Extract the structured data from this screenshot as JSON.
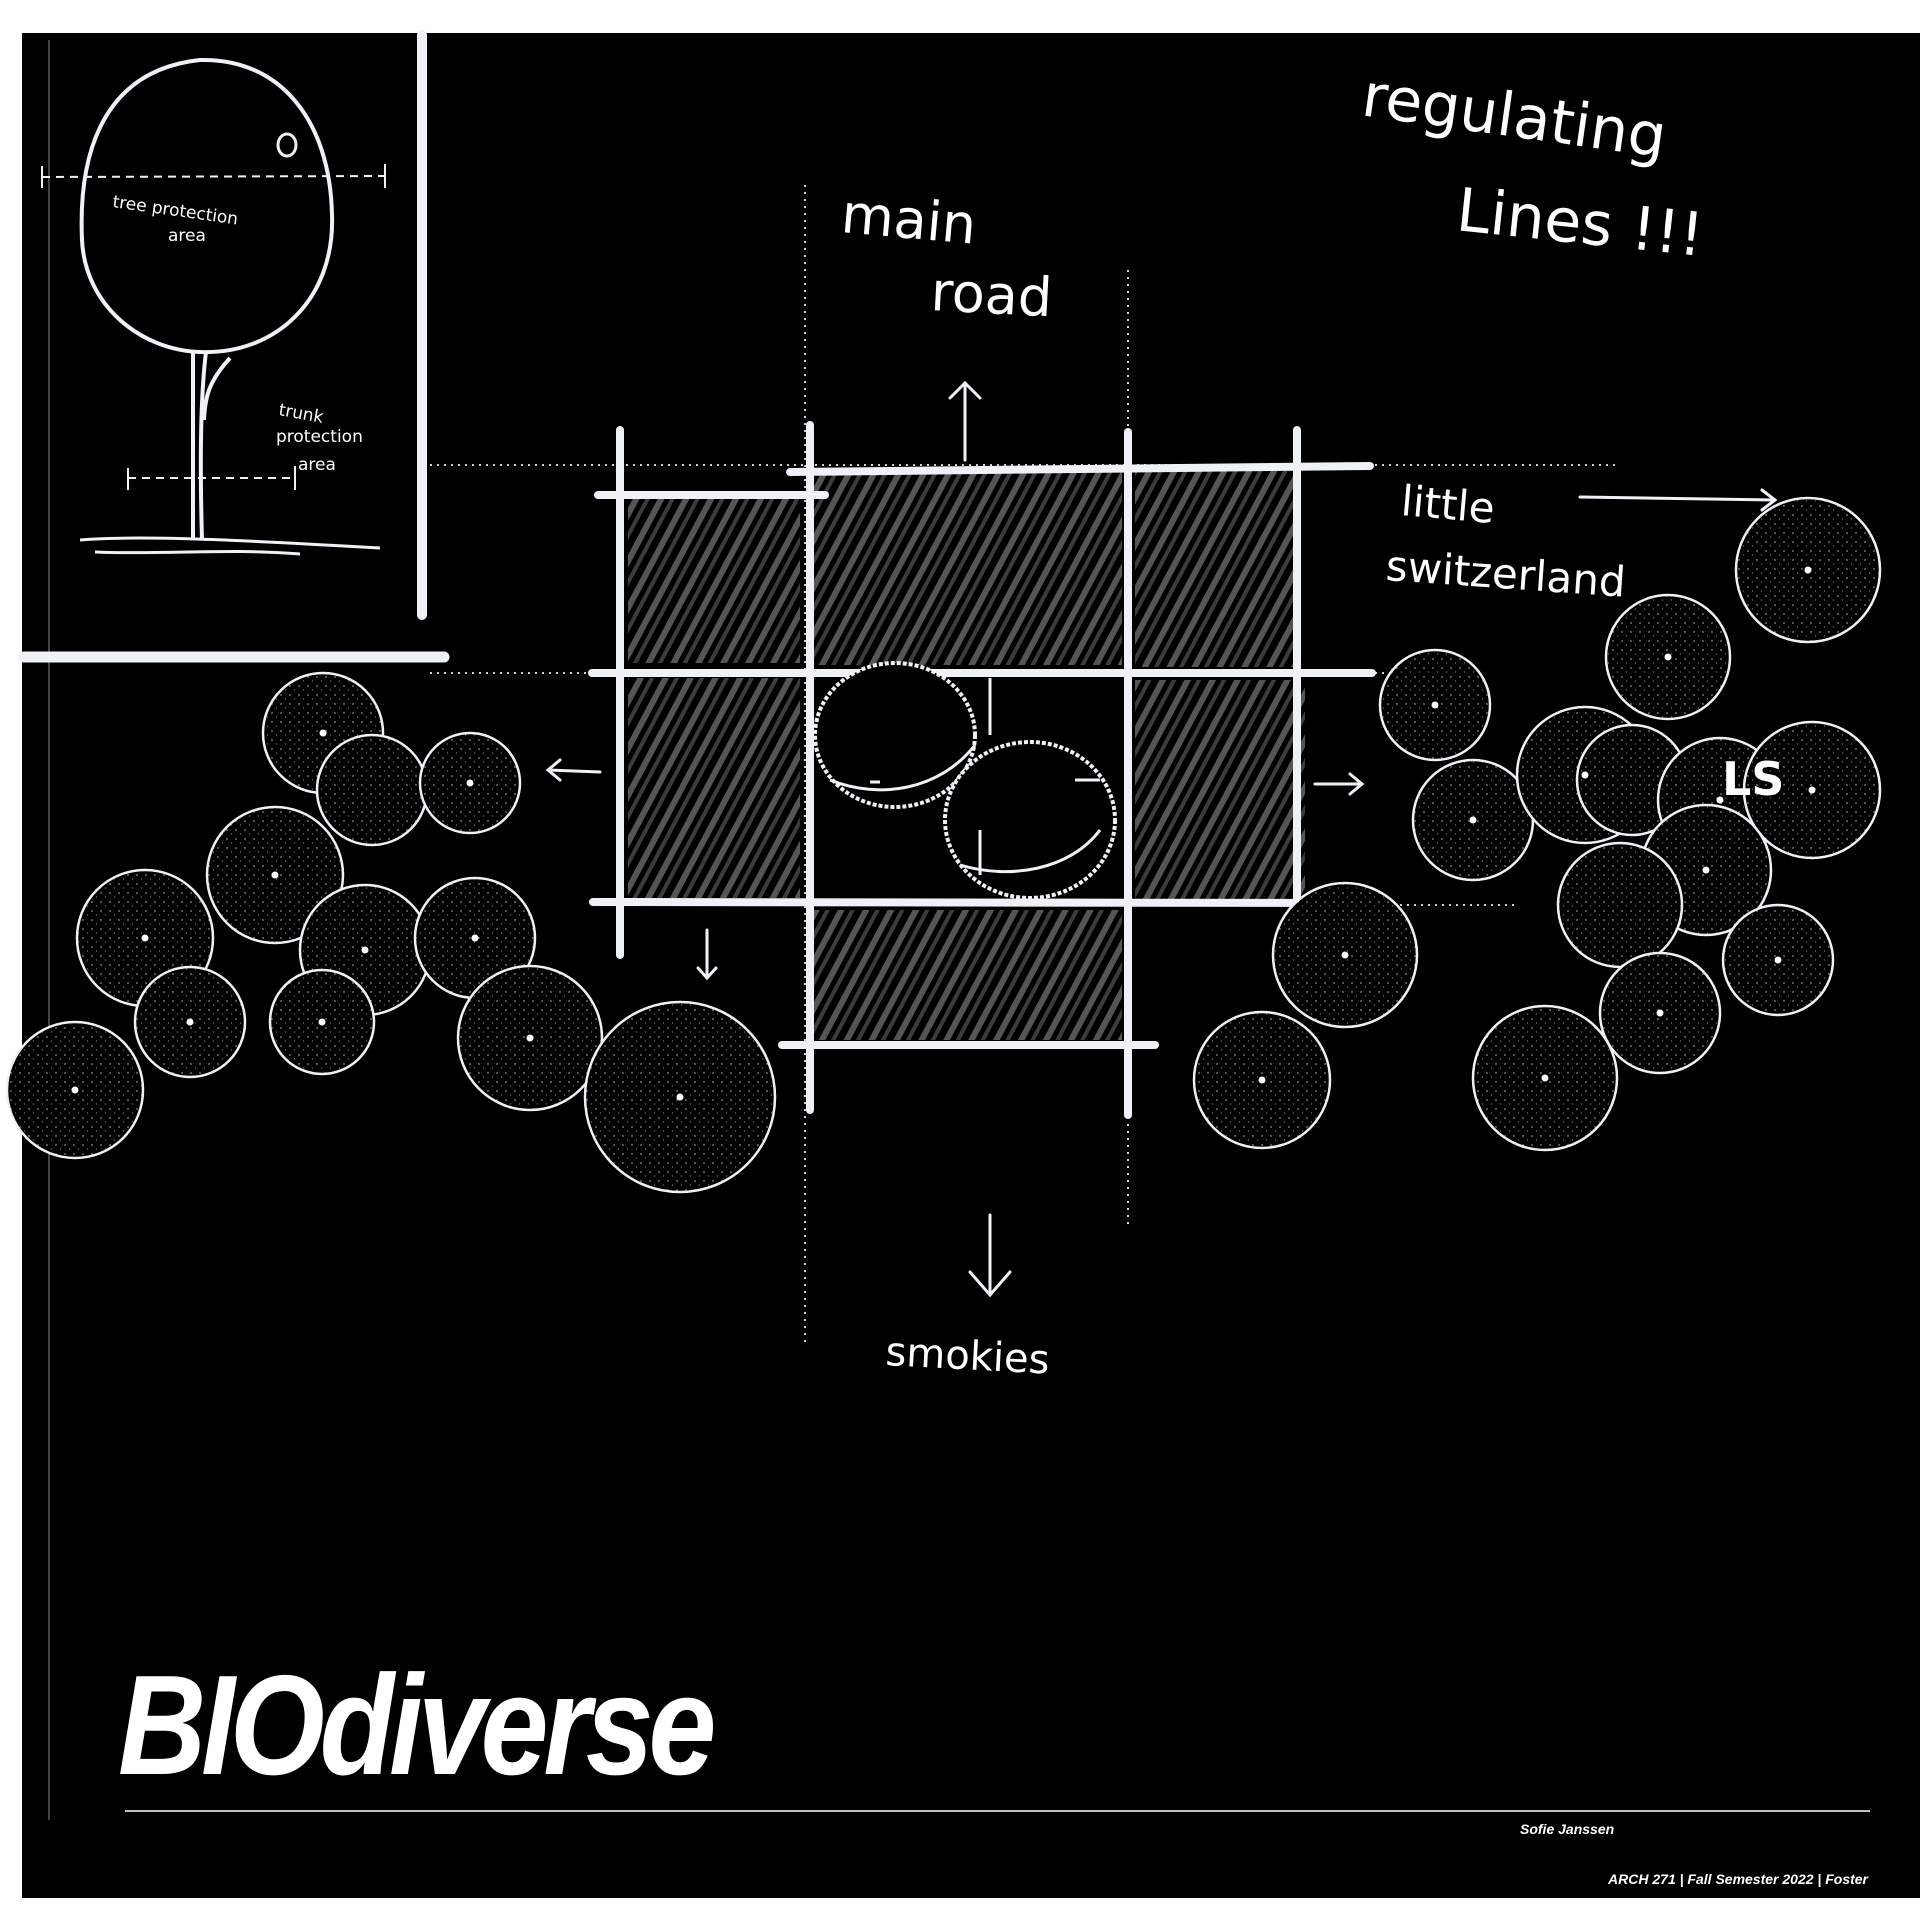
{
  "poster": {
    "title": "BIOdiverse",
    "author": "Sofie Janssen",
    "course": "ARCH 271 | Fall Semester 2022 | Foster"
  },
  "annotations": {
    "regulating": "regulating",
    "lines": "Lines !!!",
    "main": "main",
    "road": "road",
    "little": "little",
    "switzerland": "switzerland",
    "smokies": "smokies",
    "ls": "LS",
    "tree_protection": "tree protection",
    "area1": "area",
    "trunk": "trunk",
    "protection": "protection",
    "area2": "area"
  }
}
